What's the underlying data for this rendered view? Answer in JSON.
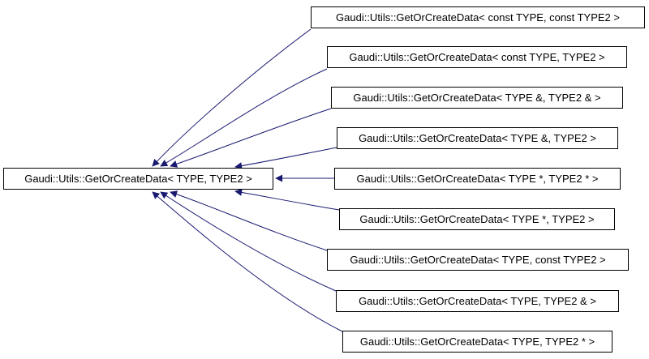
{
  "diagram": {
    "relation": "public inheritance (derived classes point to base)",
    "edge_color": "#191970",
    "node_border_color": "#000000",
    "node_fill_color": "#ffffff",
    "base": {
      "label": "Gaudi::Utils::GetOrCreateData< TYPE, TYPE2 >"
    },
    "derived": [
      {
        "label": "Gaudi::Utils::GetOrCreateData< const TYPE, const TYPE2 >"
      },
      {
        "label": "Gaudi::Utils::GetOrCreateData< const TYPE, TYPE2 >"
      },
      {
        "label": "Gaudi::Utils::GetOrCreateData< TYPE &, TYPE2 & >"
      },
      {
        "label": "Gaudi::Utils::GetOrCreateData< TYPE &, TYPE2 >"
      },
      {
        "label": "Gaudi::Utils::GetOrCreateData< TYPE *, TYPE2 * >"
      },
      {
        "label": "Gaudi::Utils::GetOrCreateData< TYPE *, TYPE2 >"
      },
      {
        "label": "Gaudi::Utils::GetOrCreateData< TYPE, const TYPE2 >"
      },
      {
        "label": "Gaudi::Utils::GetOrCreateData< TYPE, TYPE2 & >"
      },
      {
        "label": "Gaudi::Utils::GetOrCreateData< TYPE, TYPE2 * >"
      }
    ]
  }
}
